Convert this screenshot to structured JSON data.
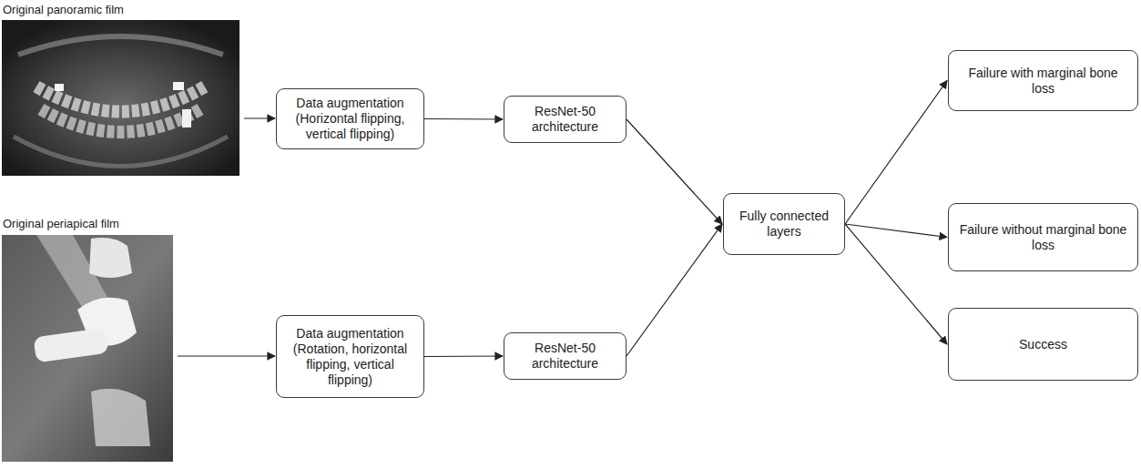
{
  "diagram": {
    "nodes": [
      {
        "text": [
          "Data augmentation (Horizontal flipping, vertical flipping)"
        ]
      },
      {
        "text": [
          "ResNet-50 architecture"
        ]
      },
      {
        "text": [
          "Data augmentation (Rotation, horizontal flipping, vertical flipping)"
        ]
      },
      {
        "text": [
          "ResNet-50 architecture"
        ]
      },
      {
        "text": [
          "Fully connected layers"
        ]
      },
      {
        "text": [
          "Failure with marginal bone loss"
        ]
      },
      {
        "text": [
          "Failure without marginal bone loss"
        ]
      },
      {
        "text": [
          "Success"
        ]
      }
    ],
    "edges": [
      {
        "from": 0,
        "to": 1,
        "arrow": "to"
      },
      {
        "from": 1,
        "to": 4,
        "arrow": "to"
      },
      {
        "from": 2,
        "to": 3,
        "arrow": "to"
      },
      {
        "from": 3,
        "to": 4,
        "arrow": "to"
      },
      {
        "from": 4,
        "to": 5,
        "arrow": "to"
      },
      {
        "from": 4,
        "to": 6,
        "arrow": "to"
      },
      {
        "from": 4,
        "to": 7,
        "arrow": "to"
      }
    ],
    "labels": [
      "Original panoramic film",
      "Original periapical film"
    ]
  }
}
